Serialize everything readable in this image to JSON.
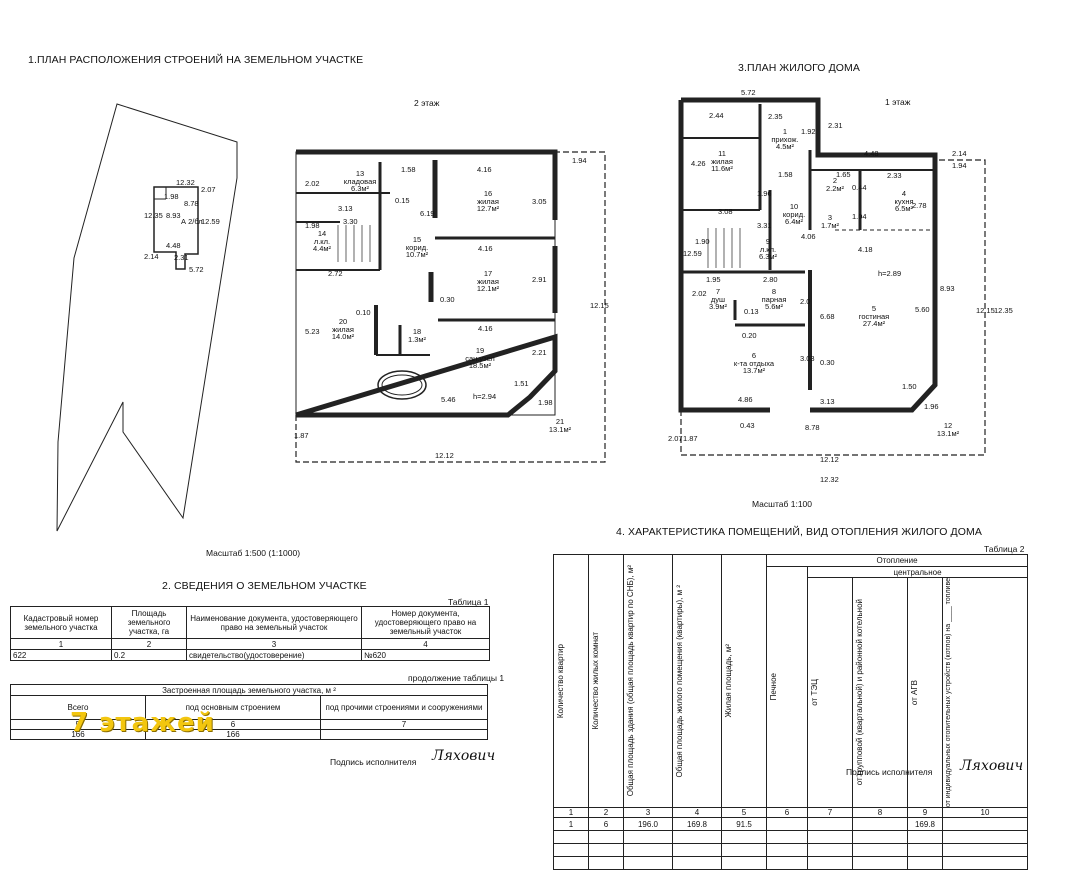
{
  "sections": {
    "plan_site": "1.ПЛАН РАСПОЛОЖЕНИЯ СТРОЕНИЙ НА ЗЕМЕЛЬНОМ УЧАСТКЕ",
    "plan_house": "3.ПЛАН ЖИЛОГО ДОМА",
    "land_info": "2. СВЕДЕНИЯ О ЗЕМЕЛЬНОМ УЧАСТКЕ",
    "rooms_info": "4. ХАРАКТЕРИСТИКА ПОМЕЩЕНИЙ, ВИД ОТОПЛЕНИЯ ЖИЛОГО ДОМА"
  },
  "scales": {
    "site": "Масштаб 1:500 (1:1000)",
    "house": "Масштаб 1:100"
  },
  "floors": {
    "second": "2 этаж",
    "first": "1 этаж"
  },
  "site_plan": {
    "labels": [
      "12.32",
      "1.98",
      "8.78",
      "2.07",
      "12.35",
      "8.93",
      "12.59",
      "4.48",
      "2.31",
      "2.14",
      "5.72"
    ],
    "building_code": "А 2/бл"
  },
  "floor2": {
    "rooms": [
      {
        "num": "13",
        "name": "кладовая",
        "area": "6.3м²"
      },
      {
        "num": "16",
        "name": "жилая",
        "area": "12.7м²"
      },
      {
        "num": "14",
        "name": "л.кл.",
        "area": "4.4м²"
      },
      {
        "num": "15",
        "name": "корид.",
        "area": "10.7м²"
      },
      {
        "num": "17",
        "name": "жилая",
        "area": "12.1м²"
      },
      {
        "num": "20",
        "name": "жилая",
        "area": "14.0м²"
      },
      {
        "num": "18",
        "name": "",
        "area": "1.3м²"
      },
      {
        "num": "19",
        "name": "сан.узел",
        "area": "18.5м²"
      },
      {
        "num": "21",
        "name": "",
        "area": "13.1м²"
      }
    ],
    "dims": [
      "1.58",
      "4.16",
      "1.94",
      "2.02",
      "0.15",
      "3.13",
      "3.30",
      "1.98",
      "6.19",
      "3.05",
      "4.16",
      "2.72",
      "2.91",
      "0.30",
      "0.10",
      "5.23",
      "4.16",
      "2.21",
      "12.15",
      "1.51",
      "5.46",
      "1.98",
      "1.87",
      "12.12"
    ],
    "height": "h=2.94"
  },
  "floor1": {
    "rooms": [
      {
        "num": "11",
        "name": "жилая",
        "area": "11.6м²"
      },
      {
        "num": "1",
        "name": "прихож.",
        "area": "4.5м²"
      },
      {
        "num": "2",
        "name": "",
        "area": "2.2м²"
      },
      {
        "num": "4",
        "name": "кухня",
        "area": "6.5м²"
      },
      {
        "num": "10",
        "name": "корид.",
        "area": "6.4м²"
      },
      {
        "num": "3",
        "name": "",
        "area": "1.7м²"
      },
      {
        "num": "9",
        "name": "л.кл.",
        "area": "6.3м²"
      },
      {
        "num": "7",
        "name": "душ",
        "area": "3.9м²"
      },
      {
        "num": "8",
        "name": "парная",
        "area": "5.6м²"
      },
      {
        "num": "5",
        "name": "гостиная",
        "area": "27.4м²"
      },
      {
        "num": "6",
        "name": "к-та отдыха",
        "area": "13.7м²"
      },
      {
        "num": "12",
        "name": "",
        "area": "13.1м²"
      }
    ],
    "dims": [
      "5.72",
      "2.44",
      "2.35",
      "1.92",
      "2.31",
      "4.48",
      "2.14",
      "1.94",
      "4.26",
      "1.58",
      "1.65",
      "2.33",
      "1.96",
      "3.08",
      "3.31",
      "2.78",
      "0.44",
      "4.06",
      "1.04",
      "12.59",
      "1.90",
      "4.18",
      "1.95",
      "2.80",
      "2.02",
      "0.13",
      "2.0",
      "6.68",
      "5.60",
      "8.93",
      "12.15",
      "12.35",
      "0.20",
      "3.03",
      "0.30",
      "4.86",
      "3.13",
      "1.50",
      "1.96",
      "0.43",
      "8.78",
      "2.07",
      "1.87",
      "12.12",
      "12.32"
    ],
    "height": "h=2.89"
  },
  "table1": {
    "label": "Таблица 1",
    "headers": [
      "Кадастровый номер земельного участка",
      "Площадь земельного участка, га",
      "Наименование документа, удостоверяющего право на земельный участок",
      "Номер документа, удостоверяющего право на земельный участок"
    ],
    "numbers": [
      "1",
      "2",
      "3",
      "4"
    ],
    "row": [
      "622",
      "0.2",
      "свидетельство(удостоверение)",
      "№620"
    ],
    "continuation": "продолжение таблицы 1",
    "built_title": "Застроенная площадь земельного участка, м ²",
    "built_headers": [
      "Всего",
      "под основным строением",
      "под прочими строениями и сооружениями"
    ],
    "built_numbers": [
      "5",
      "6",
      "7"
    ],
    "built_row": [
      "166",
      "166",
      ""
    ]
  },
  "table2": {
    "label": "Таблица 2",
    "headers": [
      "Количество квартир",
      "Количество жилых комнат",
      "Общая площадь здания (общая площадь квартир по СНБ), м²",
      "Общая площадь жилого помещения (квартиры), м ²",
      "Жилая площадь, м²",
      "Печное"
    ],
    "heating": "Отопление",
    "central": "центральное",
    "central_sub": [
      "от ТЭЦ",
      "от групповой (квартальной) и районной котельной",
      "от АГВ",
      "от индивидуальных отопительных устройств (котлов) на ____ топливе"
    ],
    "numbers": [
      "1",
      "2",
      "3",
      "4",
      "5",
      "6",
      "7",
      "8",
      "9",
      "10"
    ],
    "row": [
      "1",
      "6",
      "196.0",
      "169.8",
      "91.5",
      "",
      "",
      "",
      "169.8",
      ""
    ]
  },
  "signature": {
    "label": "Подпись исполнителя",
    "mark": "Ляхович"
  },
  "watermark": "7 этажей"
}
